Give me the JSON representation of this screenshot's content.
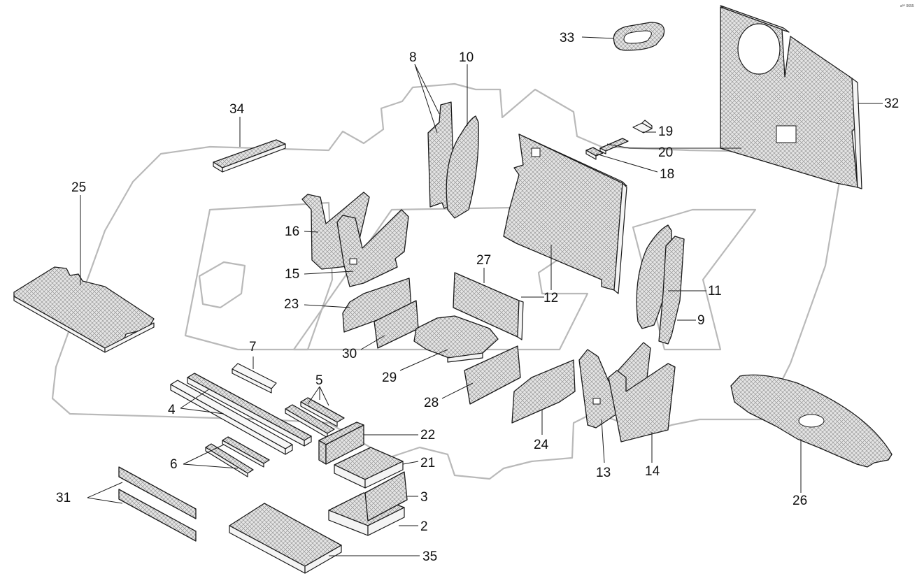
{
  "corner_mark": "aᴰᴾ 0655",
  "callouts": [
    {
      "id": "part-2",
      "text": "2"
    },
    {
      "id": "part-3",
      "text": "3"
    },
    {
      "id": "part-4",
      "text": "4"
    },
    {
      "id": "part-5",
      "text": "5"
    },
    {
      "id": "part-6",
      "text": "6"
    },
    {
      "id": "part-7",
      "text": "7"
    },
    {
      "id": "part-8",
      "text": "8"
    },
    {
      "id": "part-9",
      "text": "9"
    },
    {
      "id": "part-10",
      "text": "10"
    },
    {
      "id": "part-11",
      "text": "11"
    },
    {
      "id": "part-12",
      "text": "12"
    },
    {
      "id": "part-13",
      "text": "13"
    },
    {
      "id": "part-14",
      "text": "14"
    },
    {
      "id": "part-15",
      "text": "15"
    },
    {
      "id": "part-16",
      "text": "16"
    },
    {
      "id": "part-18",
      "text": "18"
    },
    {
      "id": "part-19",
      "text": "19"
    },
    {
      "id": "part-20",
      "text": "20"
    },
    {
      "id": "part-21",
      "text": "21"
    },
    {
      "id": "part-22",
      "text": "22"
    },
    {
      "id": "part-23",
      "text": "23"
    },
    {
      "id": "part-24",
      "text": "24"
    },
    {
      "id": "part-25",
      "text": "25"
    },
    {
      "id": "part-26",
      "text": "26"
    },
    {
      "id": "part-27",
      "text": "27"
    },
    {
      "id": "part-28",
      "text": "28"
    },
    {
      "id": "part-29",
      "text": "29"
    },
    {
      "id": "part-30",
      "text": "30"
    },
    {
      "id": "part-31",
      "text": "31"
    },
    {
      "id": "part-32",
      "text": "32"
    },
    {
      "id": "part-33",
      "text": "33"
    },
    {
      "id": "part-34",
      "text": "34"
    },
    {
      "id": "part-35",
      "text": "35"
    }
  ]
}
